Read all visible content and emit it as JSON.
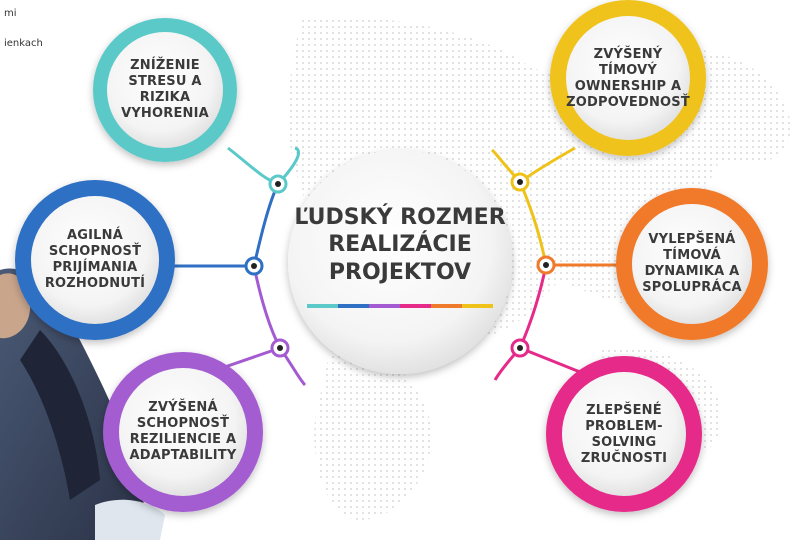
{
  "fragments": {
    "top_line_1": "mi",
    "top_line_2": "ienkach"
  },
  "center": {
    "title": "ĽUDSKÝ ROZMER REALIZÁCIE PROJEKTOV"
  },
  "nodes": {
    "stress": {
      "label": "ZNÍŽENIE STRESU A RIZIKA VYHORENIA",
      "color": "#5bc9c9"
    },
    "decision": {
      "label": "AGILNÁ SCHOPNOSŤ PRIJÍMANIA ROZHODNUTÍ",
      "color": "#2f6fc4"
    },
    "resilience": {
      "label": "ZVÝŠENÁ SCHOPNOSŤ REZILIENCIE A ADAPTABILITY",
      "color": "#a45bd1"
    },
    "ownership": {
      "label": "ZVÝŠENÝ TÍMOVÝ OWNERSHIP A ZODPOVEDNOSŤ",
      "color": "#efc21a"
    },
    "teamwork": {
      "label": "VYLEPŠENÁ TÍMOVÁ DYNAMIKA A SPOLUPRÁCA",
      "color": "#f07a2b"
    },
    "problem": {
      "label": "ZLEPŠENÉ PROBLEM-SOLVING ZRUČNOSTI",
      "color": "#e52a8a"
    }
  },
  "bar_colors": [
    "#5bc9c9",
    "#2f6fc4",
    "#a45bd1",
    "#e52a8a",
    "#f07a2b",
    "#efc21a"
  ]
}
